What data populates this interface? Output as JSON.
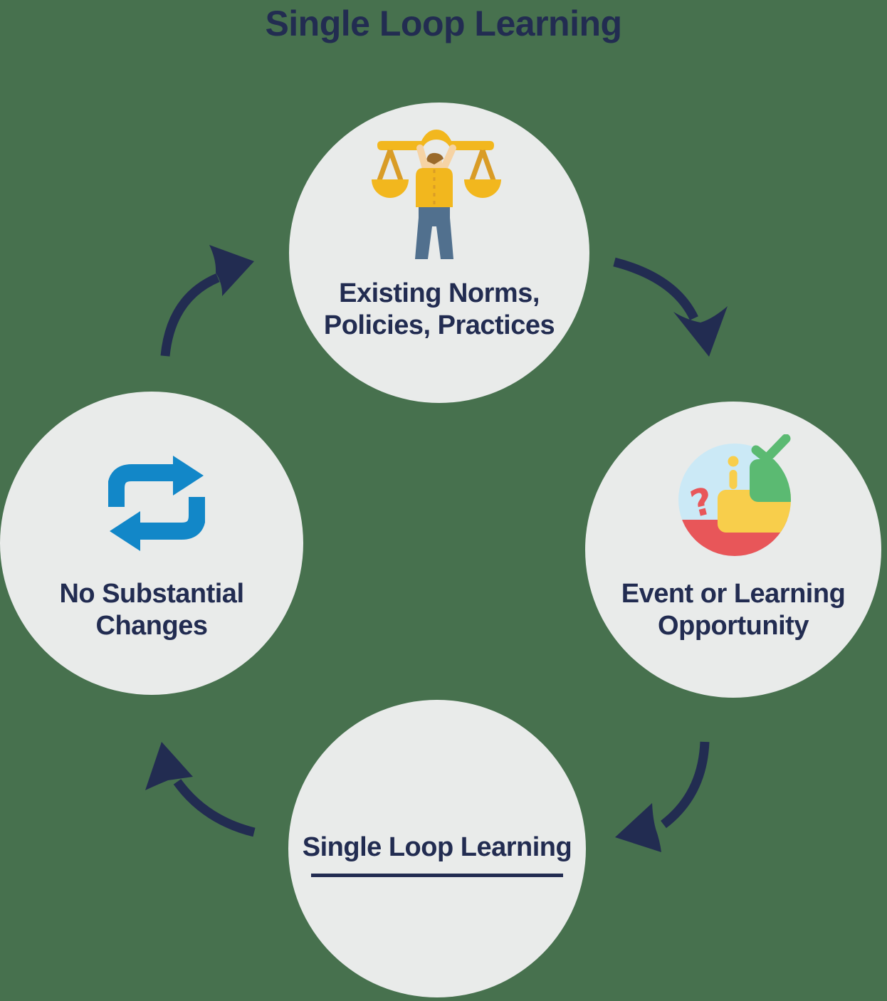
{
  "title": "Single Loop Learning",
  "colors": {
    "background_green": "#47714E",
    "circle_fill": "#E9EBEA",
    "text_navy": "#222C51",
    "arrow_navy": "#222C51",
    "repeat_blue": "#1287C8",
    "scale_gold": "#F2B71E",
    "scale_dark_gold": "#D99C26",
    "skin": "#F6D3A4",
    "hair_brown": "#9A6A2B",
    "pants_blue_gray": "#51708E",
    "levels_bg_blue": "#CBE9F6",
    "level_red": "#E85659",
    "level_yellow": "#F8CE4B",
    "level_green": "#5BBA72"
  },
  "nodes": {
    "top": {
      "line1": "Existing Norms,",
      "line2": "Policies, Practices",
      "icon": "balance-scale-person-icon"
    },
    "right": {
      "line1": "Event or Learning",
      "line2": "Opportunity",
      "icon": "learning-levels-icon"
    },
    "bottom": {
      "line1": "Single Loop Learning",
      "underlined": true,
      "icon": "none"
    },
    "left": {
      "line1": "No Substantial",
      "line2": "Changes",
      "icon": "repeat-arrows-icon"
    }
  },
  "arrows": [
    {
      "name": "arrow-left-to-top",
      "from": "No Substantial Changes",
      "to": "Existing Norms, Policies, Practices"
    },
    {
      "name": "arrow-top-to-right",
      "from": "Existing Norms, Policies, Practices",
      "to": "Event or Learning Opportunity"
    },
    {
      "name": "arrow-right-to-bottom",
      "from": "Event or Learning Opportunity",
      "to": "Single Loop Learning"
    },
    {
      "name": "arrow-bottom-to-left",
      "from": "Single Loop Learning",
      "to": "No Substantial Changes"
    }
  ]
}
